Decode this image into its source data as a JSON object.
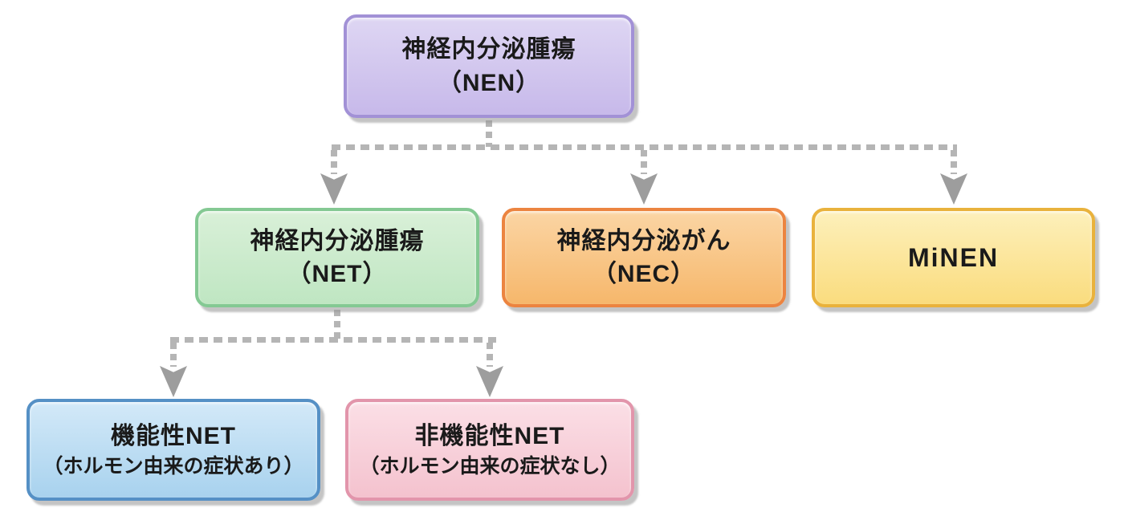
{
  "colors": {
    "background": "#ffffff",
    "connector_dash": "#b5b5b5",
    "arrow": "#9d9d9d",
    "text": "#1a1a1a"
  },
  "nodes": {
    "nen": {
      "line1": "神経内分泌腫瘍",
      "line2": "（NEN）",
      "fill_top": "#ded6f3",
      "fill_bottom": "#c7b9ea",
      "border": "#a291d6"
    },
    "net": {
      "line1": "神経内分泌腫瘍",
      "line2": "（NET）",
      "fill_top": "#d9f0d8",
      "fill_bottom": "#bfe6c2",
      "border": "#84c993"
    },
    "nec": {
      "line1": "神経内分泌がん",
      "line2": "（NEC）",
      "fill_top": "#fbd5a4",
      "fill_bottom": "#f6b76b",
      "border": "#ec8440"
    },
    "minen": {
      "line1": "MiNEN",
      "fill_top": "#fdf0bb",
      "fill_bottom": "#fadc7e",
      "border": "#e9b23c"
    },
    "functional_net": {
      "line1": "機能性NET",
      "line2": "（ホルモン由来の症状あり）",
      "fill_top": "#d3e9f8",
      "fill_bottom": "#a8d2ee",
      "border": "#5590c5"
    },
    "nonfunctional_net": {
      "line1": "非機能性NET",
      "line2": "（ホルモン由来の症状なし）",
      "fill_top": "#fbdfe6",
      "fill_bottom": "#f4c2ce",
      "border": "#e295ab"
    }
  }
}
